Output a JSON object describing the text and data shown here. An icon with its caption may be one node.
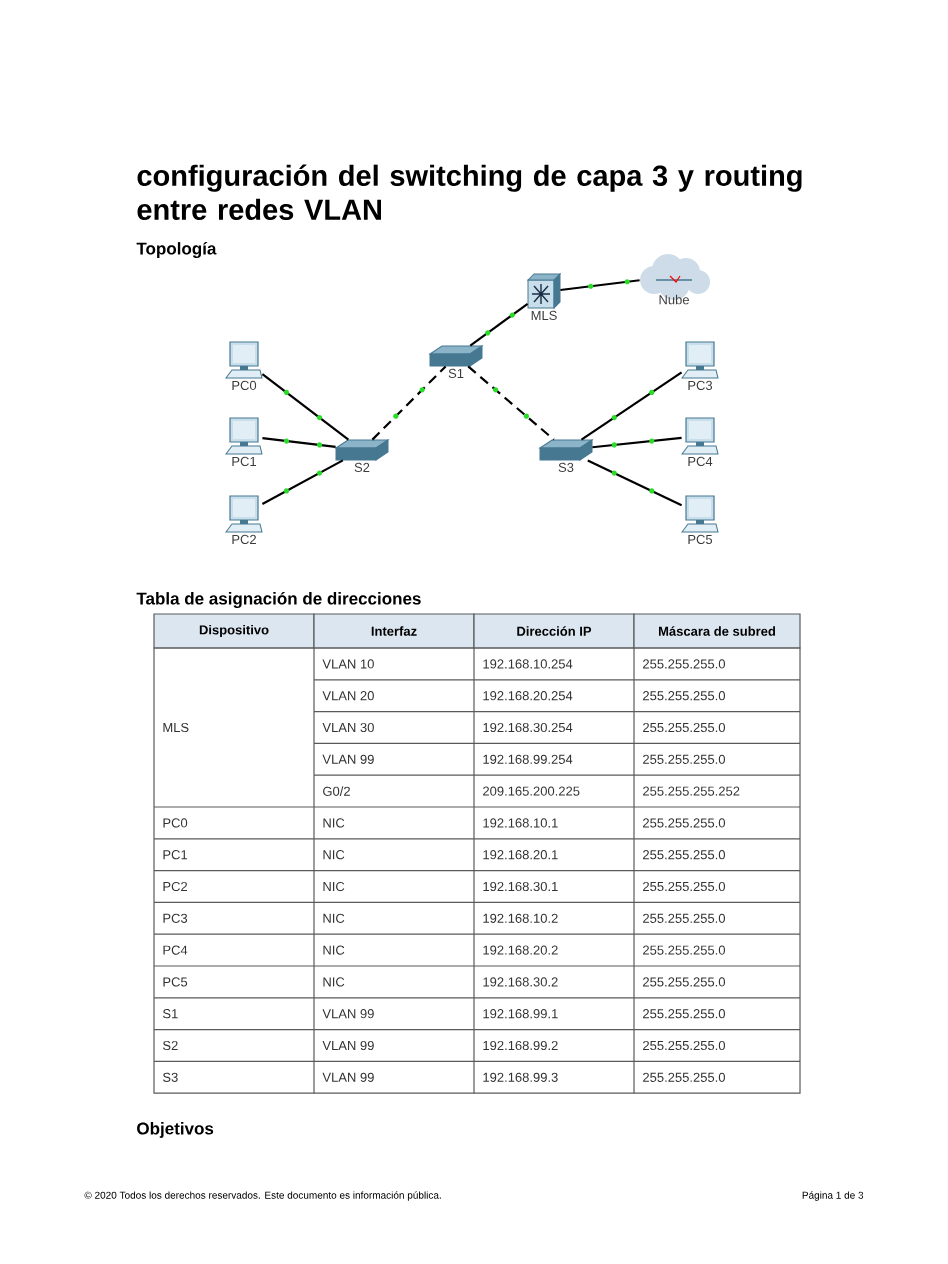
{
  "diagram": {
    "title": "configuración del switching de capa 3 y routing entre redes VLAN",
    "nodes": [
      {
        "text": [
          "MLS"
        ]
      },
      {
        "text": [
          "Nube"
        ]
      },
      {
        "text": [
          "S1"
        ]
      },
      {
        "text": [
          "S2"
        ]
      },
      {
        "text": [
          "S3"
        ]
      },
      {
        "text": [
          "PC0"
        ]
      },
      {
        "text": [
          "PC1"
        ]
      },
      {
        "text": [
          "PC2"
        ]
      },
      {
        "text": [
          "PC3"
        ]
      },
      {
        "text": [
          "PC4"
        ]
      },
      {
        "text": [
          "PC5"
        ]
      }
    ],
    "edges": [
      {
        "from": 0,
        "to": 1,
        "arrow": "none"
      },
      {
        "from": 2,
        "to": 0,
        "arrow": "none"
      },
      {
        "from": 3,
        "to": 2,
        "arrow": "none",
        "style": "dashed"
      },
      {
        "from": 2,
        "to": 4,
        "arrow": "none",
        "style": "dashed"
      },
      {
        "from": 5,
        "to": 3,
        "arrow": "none"
      },
      {
        "from": 6,
        "to": 3,
        "arrow": "none"
      },
      {
        "from": 7,
        "to": 3,
        "arrow": "none"
      },
      {
        "from": 4,
        "to": 8,
        "arrow": "none"
      },
      {
        "from": 4,
        "to": 9,
        "arrow": "none"
      },
      {
        "from": 4,
        "to": 10,
        "arrow": "none"
      }
    ],
    "labels": [
      "Topología",
      "Tabla de asignación de direcciones",
      "Dispositivo",
      "Interfaz",
      "Dirección IP",
      "Máscara de subred",
      "MLS",
      "VLAN 10",
      "192.168.10.254",
      "255.255.255.0",
      "VLAN 20",
      "192.168.20.254",
      "255.255.255.0",
      "VLAN 30",
      "192.168.30.254",
      "255.255.255.0",
      "VLAN 99",
      "192.168.99.254",
      "255.255.255.0",
      "G0/2",
      "209.165.200.225",
      "255.255.255.252",
      "PC0",
      "NIC",
      "192.168.10.1",
      "255.255.255.0",
      "PC1",
      "NIC",
      "192.168.20.1",
      "255.255.255.0",
      "PC2",
      "NIC",
      "192.168.30.1",
      "255.255.255.0",
      "PC3",
      "NIC",
      "192.168.10.2",
      "255.255.255.0",
      "PC4",
      "NIC",
      "192.168.20.2",
      "255.255.255.0",
      "PC5",
      "NIC",
      "192.168.30.2",
      "255.255.255.0",
      "S1",
      "VLAN 99",
      "192.168.99.1",
      "255.255.255.0",
      "S2",
      "VLAN 99",
      "192.168.99.2",
      "255.255.255.0",
      "S3",
      "VLAN 99",
      "192.168.99.3",
      "255.255.255.0",
      "Objetivos",
      "© 2020 Todos los derechos reservados. Este documento es información pública.",
      "Página 1 de 3"
    ]
  }
}
